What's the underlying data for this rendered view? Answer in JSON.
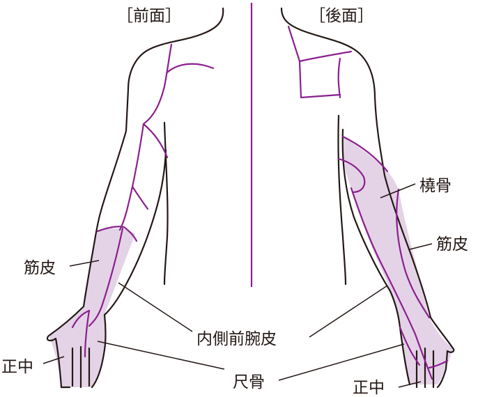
{
  "headings": {
    "front": "［前面］",
    "back": "［後面］"
  },
  "labels": {
    "musculocutaneous_front": "筋皮",
    "median_front": "正中",
    "medial_antebrachial": "内側前腕皮",
    "ulnar": "尺骨",
    "radial": "橈骨",
    "musculocutaneous_back": "筋皮",
    "median_back": "正中"
  },
  "colors": {
    "outline": "#231815",
    "nerve_line": "#8b1f8f",
    "zone_fill": "#e4d3e6"
  }
}
